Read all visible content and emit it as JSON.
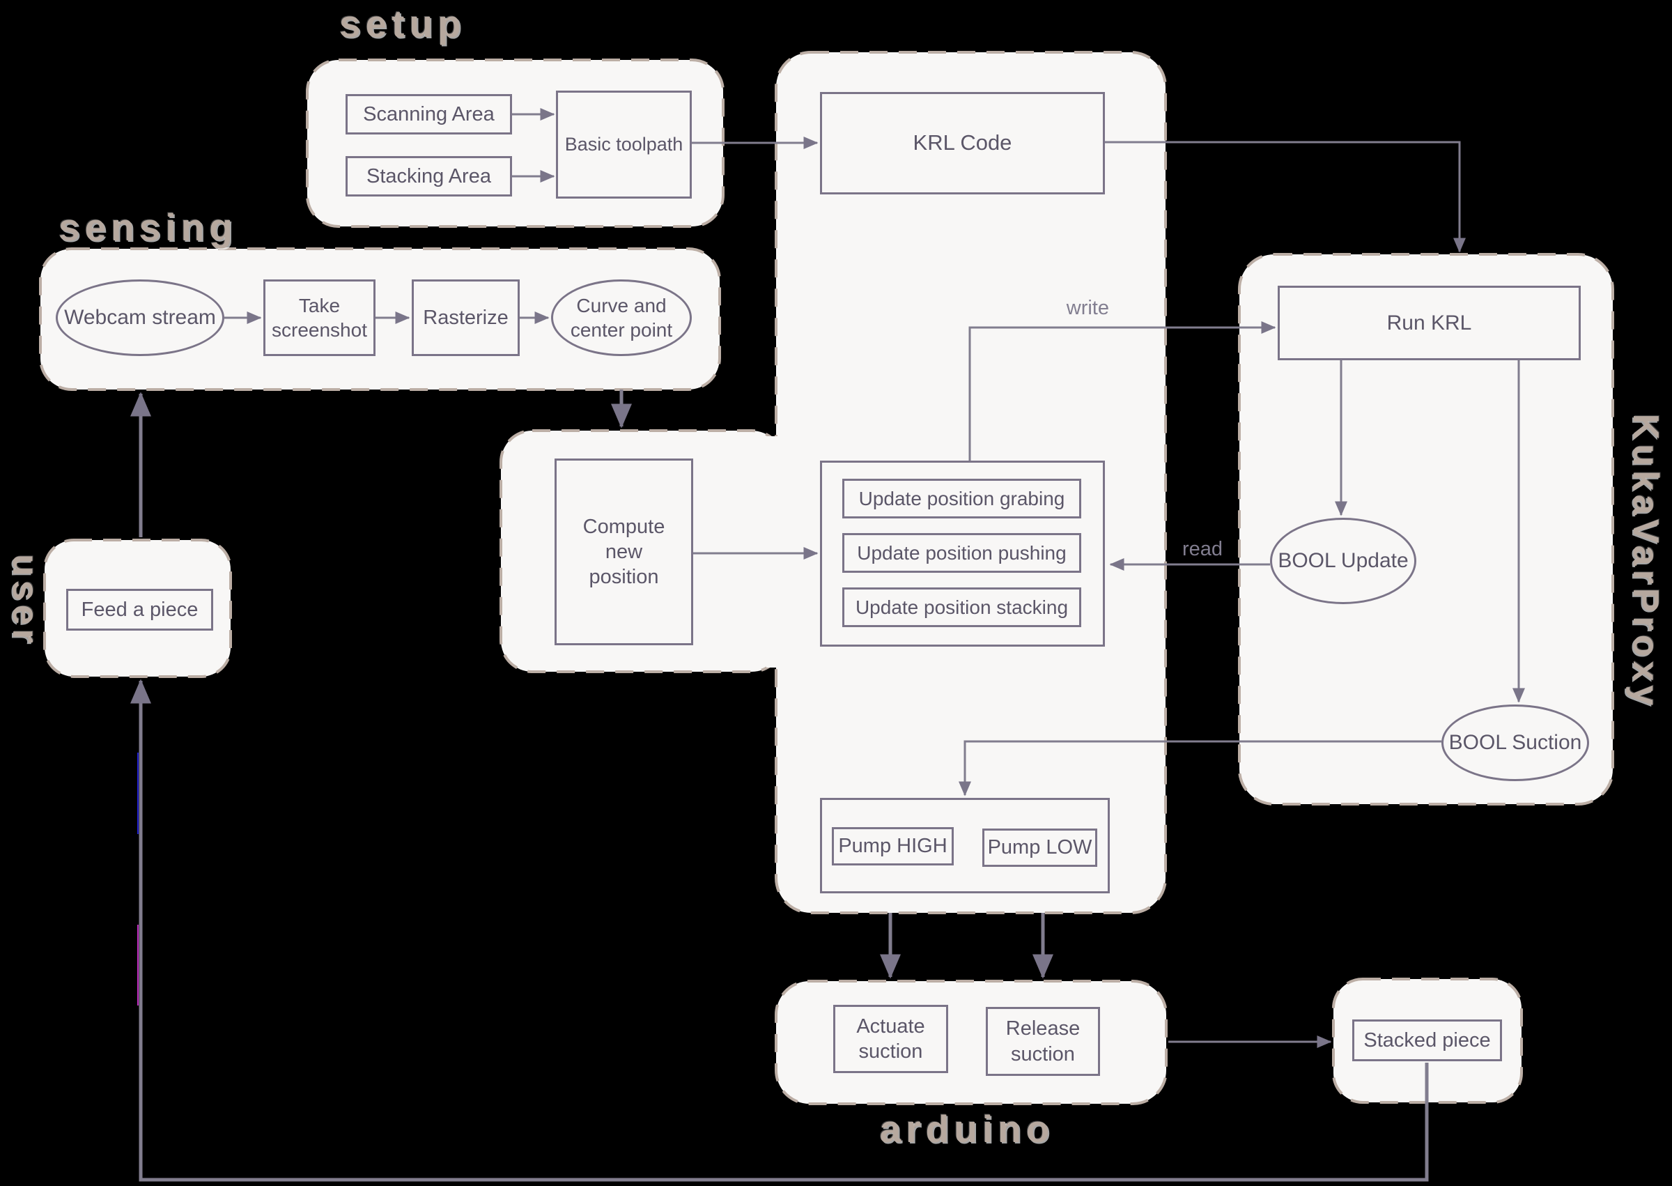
{
  "diagram": {
    "title_sections": {
      "setup": "setup",
      "sensing": "sensing",
      "user": "user",
      "kukavarproxy": "KukaVarProxy",
      "arduino": "arduino"
    },
    "nodes": {
      "scanning_area": "Scanning Area",
      "stacking_area": "Stacking Area",
      "basic_toolpath": "Basic toolpath",
      "krl_code": "KRL Code",
      "webcam_stream": "Webcam stream",
      "take_screenshot": "Take screenshot",
      "rasterize": "Rasterize",
      "curve_center_point": "Curve and center point",
      "feed_a_piece": "Feed a piece",
      "compute_new_position": "Compute new position",
      "update_position_grabing": "Update position grabing",
      "update_position_pushing": "Update position pushing",
      "update_position_stacking": "Update position stacking",
      "run_krl": "Run KRL",
      "bool_update": "BOOL Update",
      "bool_suction": "BOOL Suction",
      "pump_high": "Pump HIGH",
      "pump_low": "Pump LOW",
      "actuate_suction": "Actuate suction",
      "release_suction": "Release suction",
      "stacked_piece": "Stacked piece"
    },
    "edge_labels": {
      "write": "write",
      "read": "read"
    },
    "edges": [
      {
        "from": "Scanning Area",
        "to": "Basic toolpath"
      },
      {
        "from": "Stacking Area",
        "to": "Basic toolpath"
      },
      {
        "from": "Basic toolpath",
        "to": "KRL Code"
      },
      {
        "from": "KRL Code",
        "to": "KukaVarProxy"
      },
      {
        "from": "Webcam stream",
        "to": "Take screenshot"
      },
      {
        "from": "Take screenshot",
        "to": "Rasterize"
      },
      {
        "from": "Rasterize",
        "to": "Curve and center point"
      },
      {
        "from": "sensing",
        "to": "Compute new position"
      },
      {
        "from": "Compute new position",
        "to": "Update positions"
      },
      {
        "from": "Update positions",
        "to": "Run KRL",
        "label": "write"
      },
      {
        "from": "Run KRL",
        "to": "BOOL Update"
      },
      {
        "from": "Run KRL",
        "to": "BOOL Suction"
      },
      {
        "from": "BOOL Update",
        "to": "Update positions",
        "label": "read"
      },
      {
        "from": "BOOL Suction",
        "to": "Pump HIGH / Pump LOW"
      },
      {
        "from": "Pump HIGH",
        "to": "Actuate suction"
      },
      {
        "from": "Pump LOW",
        "to": "Release suction"
      },
      {
        "from": "arduino",
        "to": "Stacked piece"
      },
      {
        "from": "Stacked piece",
        "to": "Feed a piece"
      },
      {
        "from": "Feed a piece",
        "to": "sensing"
      }
    ],
    "colors": {
      "background": "#000000",
      "zone_fill": "#f8f7f6",
      "zone_dash_border": "#bcaea5",
      "node_border": "#7b7488",
      "node_text": "#5b5668",
      "connector": "#817d8e",
      "section_label": "#b6a89e",
      "edge_label": "#827e90",
      "artifact_blue": "#2222d0",
      "artifact_magenta": "#c02ec0"
    }
  }
}
